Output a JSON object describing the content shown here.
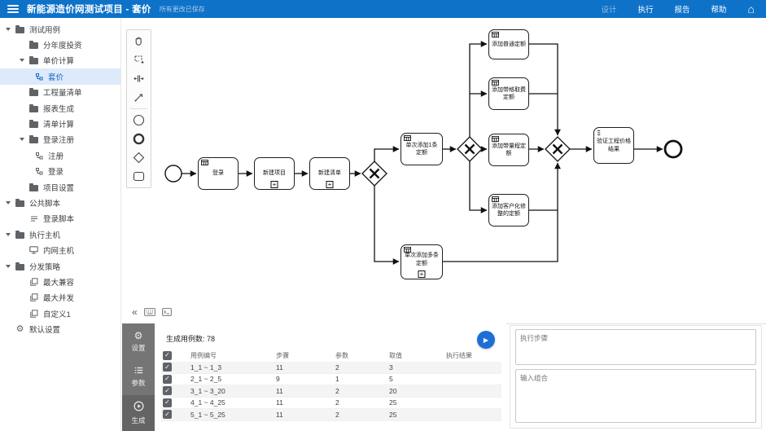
{
  "header": {
    "title": "新能源造价网测试项目 - 套价",
    "saved_status": "所有更改已保存",
    "nav": {
      "design": "设计",
      "execute": "执行",
      "report": "报告",
      "help": "帮助"
    }
  },
  "icons": {
    "gear": "⚙",
    "home": "⌂",
    "collapse": "«",
    "play": "▶",
    "check": "✓",
    "plus": "+"
  },
  "sidebar": {
    "items": [
      {
        "label": "测试用例"
      },
      {
        "label": "分年度投资"
      },
      {
        "label": "单价计算"
      },
      {
        "label": "套价",
        "selected": true
      },
      {
        "label": "工程量清单"
      },
      {
        "label": "报表生成"
      },
      {
        "label": "清单计算"
      },
      {
        "label": "登录注册"
      },
      {
        "label": "注册"
      },
      {
        "label": "登录"
      },
      {
        "label": "项目设置"
      },
      {
        "label": "公共脚本"
      },
      {
        "label": "登录脚本"
      },
      {
        "label": "执行主机"
      },
      {
        "label": "内网主机"
      },
      {
        "label": "分发策略"
      },
      {
        "label": "最大兼容"
      },
      {
        "label": "最大并发"
      },
      {
        "label": "自定义1"
      },
      {
        "label": "默认设置"
      }
    ]
  },
  "diagram": {
    "nodes": {
      "login": {
        "label": "登录"
      },
      "new_project": {
        "label": "新建项目"
      },
      "new_list": {
        "label": "新建清单"
      },
      "add_one": {
        "label": "单次添加1条定额"
      },
      "add_multi": {
        "label": "单次添加多条定额"
      },
      "add_normal": {
        "label": "添加普通定额"
      },
      "add_grid": {
        "label": "添加带格取费定额"
      },
      "add_range": {
        "label": "添加带量程定额"
      },
      "add_custom": {
        "label": "添加客户化修整的定额"
      },
      "verify": {
        "label": "验证工程价格结果"
      }
    }
  },
  "bottom": {
    "toolbar": {
      "settings": "设置",
      "params": "参数",
      "generate": "生成"
    },
    "summary_label": "生成用例数:",
    "summary_count": "78",
    "table": {
      "headers": [
        "用例编号",
        "步骤",
        "参数",
        "取值",
        "执行结果"
      ],
      "rows": [
        {
          "id": "1_1 ~ 1_3",
          "steps": "11",
          "params": "2",
          "values": "3",
          "result": ""
        },
        {
          "id": "2_1 ~ 2_5",
          "steps": "9",
          "params": "1",
          "values": "5",
          "result": ""
        },
        {
          "id": "3_1 ~ 3_20",
          "steps": "11",
          "params": "2",
          "values": "20",
          "result": ""
        },
        {
          "id": "4_1 ~ 4_25",
          "steps": "11",
          "params": "2",
          "values": "25",
          "result": ""
        },
        {
          "id": "5_1 ~ 5_25",
          "steps": "11",
          "params": "2",
          "values": "25",
          "result": ""
        }
      ]
    }
  },
  "right_panel": {
    "exec_steps_label": "执行步骤",
    "input_combo_label": "输入组合"
  },
  "colors": {
    "header_bar": "#0e72c8",
    "selected_item_bg": "#ddeafa",
    "selected_item_text": "#1a67c9",
    "play_button": "#1d6fd6",
    "bottom_toolbar": "#757575"
  }
}
